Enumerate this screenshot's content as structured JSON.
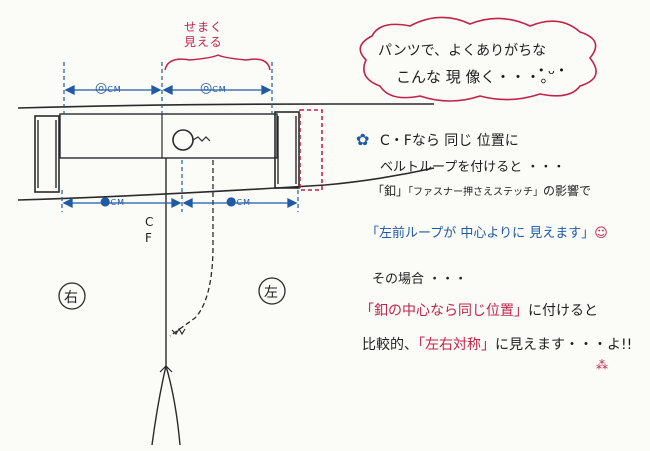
{
  "measure": {
    "narrow_label": "せまく\n見える",
    "top_left_dim": "◎",
    "top_left_unit": "CM",
    "top_right_dim": "◎",
    "top_right_unit": "CM",
    "bottom_left_dim": "●",
    "bottom_left_unit": "CM",
    "bottom_right_dim": "●",
    "bottom_right_unit": "CM",
    "cf_label": "C\nF",
    "left_circle": "右",
    "right_circle": "左"
  },
  "bubble": {
    "line1": "パンツで、よくありがちな",
    "line2": "こんな 現 像く・・・。",
    "face": "• ᴗ •"
  },
  "notes": {
    "bullet": "✿",
    "n1": "C・Fなら 同じ 位置に",
    "n2": "ベルトループを付けると ・・・",
    "n3a": "「釦」",
    "n3b": "「ファスナー押さえステッチ」",
    "n3c": "の影響で",
    "n4": "「左前ループが 中心よりに 見えます」",
    "n4_mark": "☺",
    "n5": "その場合 ・・・",
    "n6a": "「釦の中心なら同じ位置」",
    "n6b": "に付けると",
    "n7a": "比較的、",
    "n7b": "「左右対称」",
    "n7c": "に見えます・・・よ!!",
    "n7_mark": "⁂"
  }
}
